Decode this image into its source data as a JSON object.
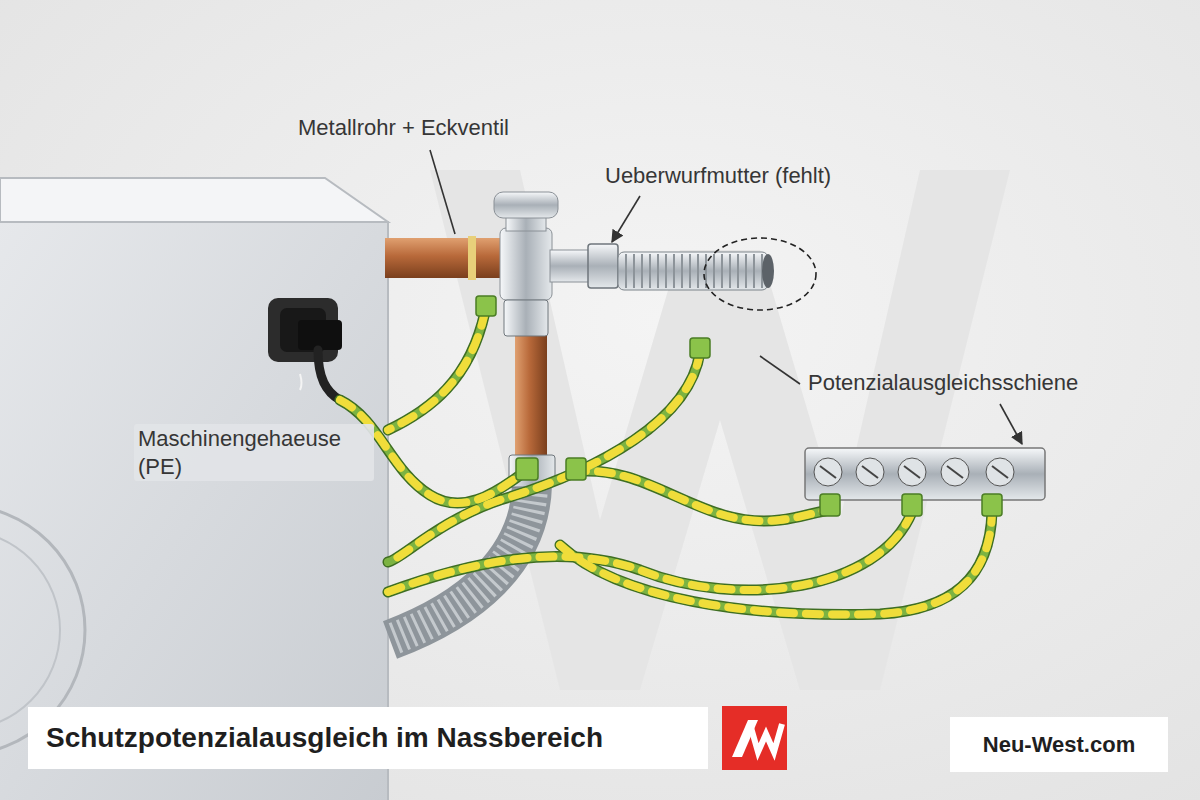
{
  "diagram": {
    "title": "Schutzpotenzialausgleich im Nassbereich",
    "labels": [
      "Metallrohr + Eckventil",
      "Ueberwurfmutter (fehlt)",
      "Potenzialausgleichsschiene",
      "Maschinengehaeuse (PE)",
      "Neu-West.com"
    ]
  }
}
